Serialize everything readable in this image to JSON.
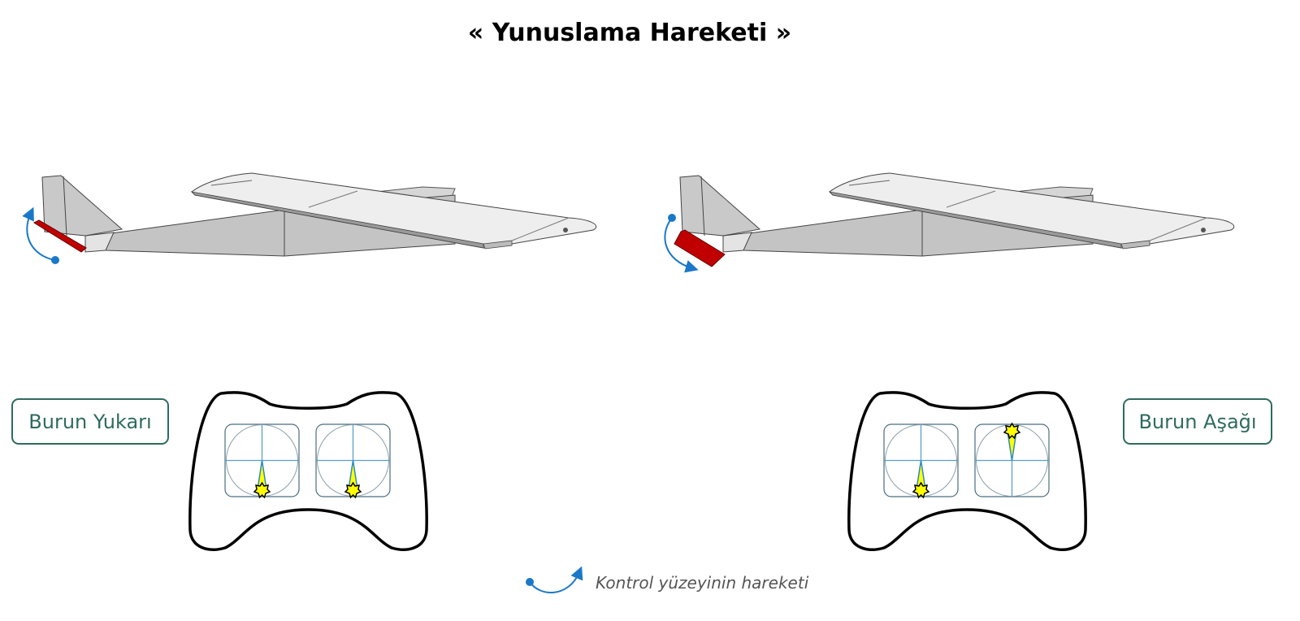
{
  "title": "« Yunuslama Hareketi »",
  "labels": {
    "left": "Burun Yukarı",
    "right": "Burun Aşağı"
  },
  "legend": {
    "text": "Kontrol yüzeyinin hareketi"
  },
  "colors": {
    "elevator": "#c00000",
    "arrow": "#1a78c8",
    "label_border": "#2e6b5e",
    "stick_fill": "#ffff00"
  },
  "controllers": [
    {
      "left_stick": "down",
      "right_stick": "down"
    },
    {
      "left_stick": "down",
      "right_stick": "up"
    }
  ]
}
